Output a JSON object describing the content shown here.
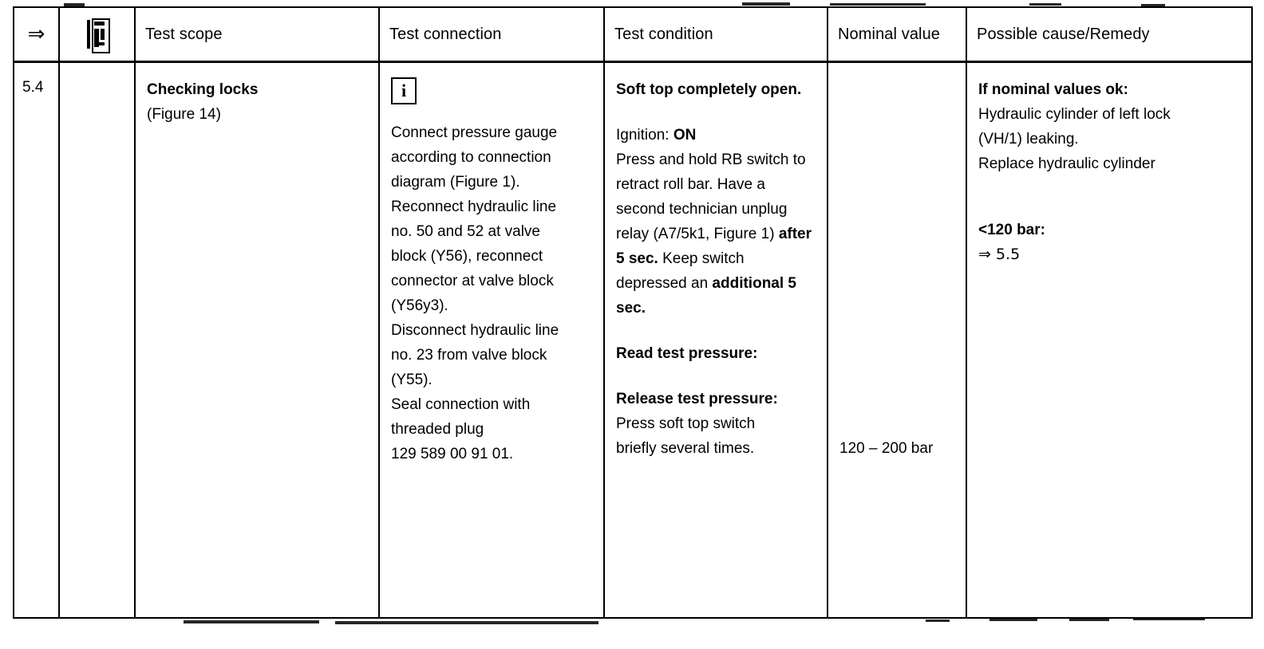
{
  "document": {
    "type": "service-manual-test-table",
    "colors": {
      "ink": "#000000",
      "paper": "#ffffff"
    }
  },
  "table": {
    "headers": {
      "step": "⇒",
      "tool_icon": "tool-icon",
      "test_scope": "Test scope",
      "test_connection": "Test connection",
      "test_condition": "Test condition",
      "nominal_value": "Nominal value",
      "possible_cause": "Possible cause/Remedy"
    },
    "rows": [
      {
        "step": "5.4",
        "tool_icon": "",
        "test_scope": {
          "title": "Checking locks",
          "figure": "(Figure 14)"
        },
        "test_connection": {
          "icon": "i",
          "lines": [
            "Connect pressure gauge",
            "according to connection",
            "diagram (Figure 1).",
            "Reconnect hydraulic line",
            "no. 50 and 52 at valve",
            "block (Y56), reconnect",
            "connector at valve block",
            "(Y56y3).",
            "Disconnect hydraulic line",
            "no. 23 from valve block",
            "(Y55).",
            "Seal connection with",
            "threaded plug",
            "129 589 00 91 01."
          ]
        },
        "test_condition": {
          "heading": "Soft top completely open.",
          "ignition_label": "Ignition:",
          "ignition_value": "ON",
          "procedure_pre": "Press and hold RB switch to retract roll bar.  Have a second technician unplug relay (A7/5k1, Figure 1) ",
          "procedure_bold1": "after 5 sec.",
          "procedure_mid": "  Keep switch depressed an ",
          "procedure_bold2": "additional 5 sec.",
          "read_label": "Read test pressure:",
          "release_label": "Release test pressure:",
          "release_text_1": "Press soft top switch",
          "release_text_2": "briefly several times."
        },
        "nominal_value": "120 – 200 bar",
        "possible_cause": {
          "ok_heading": "If nominal values ok:",
          "ok_line_1": "Hydraulic cylinder of left lock",
          "ok_line_2": "(VH/1) leaking.",
          "ok_line_3": "Replace hydraulic cylinder",
          "fail_heading": "<120 bar:",
          "fail_ref": "⇒ 5.5"
        }
      }
    ]
  }
}
